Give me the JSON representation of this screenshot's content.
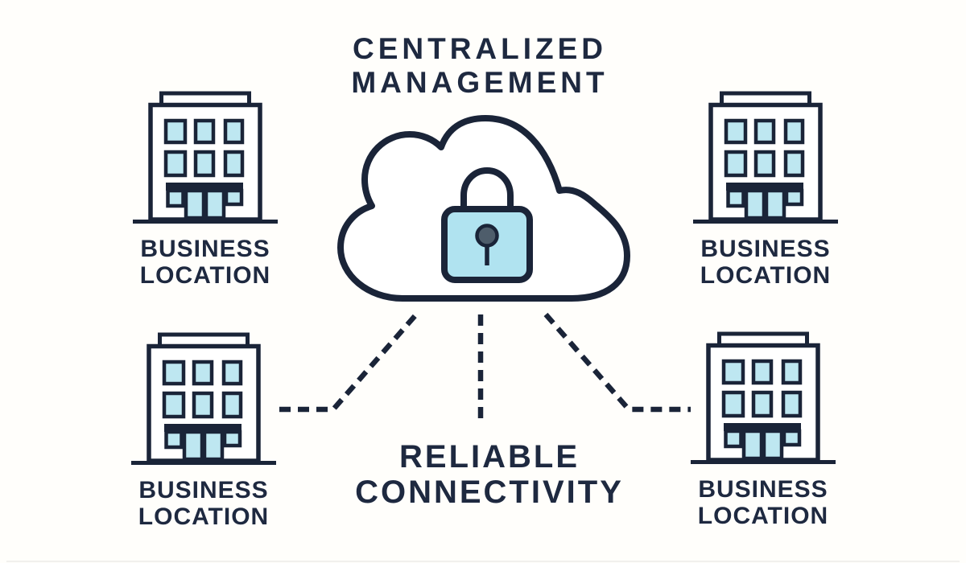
{
  "title": {
    "line1": "CENTRALIZED",
    "line2": "MANAGEMENT"
  },
  "subtitle": {
    "line1": "RELIABLE",
    "line2": "CONNECTIVITY"
  },
  "locations": [
    {
      "position": "top-left",
      "line1": "BUSINESS",
      "line2": "LOCATION"
    },
    {
      "position": "top-right",
      "line1": "BUSINESS",
      "line2": "LOCATION"
    },
    {
      "position": "bottom-left",
      "line1": "BUSINESS",
      "line2": "LOCATION"
    },
    {
      "position": "bottom-right",
      "line1": "BUSINESS",
      "line2": "LOCATION"
    }
  ],
  "icons": {
    "center": "cloud-icon",
    "center_overlay": "padlock-icon",
    "location": "building-icon",
    "links": "dashed-connector-lines"
  },
  "colors": {
    "outline_navy": "#1a2438",
    "text_navy": "#1e2940",
    "window_blue": "#bee7f1",
    "lock_blue": "#b0e3f0",
    "keyhole_gray": "#4e5d6b",
    "background": "#fffefb"
  }
}
